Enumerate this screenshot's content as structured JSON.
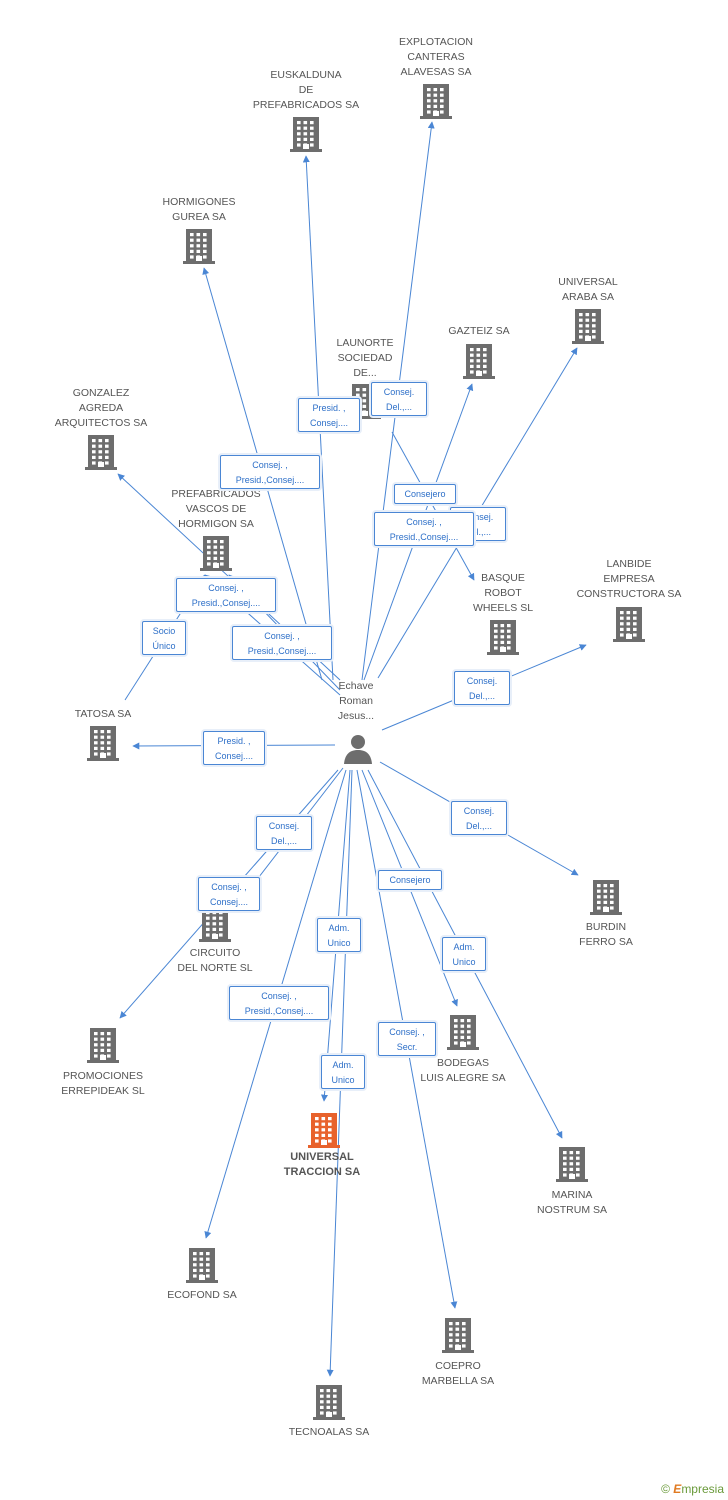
{
  "person": {
    "name": "Echave\nRoman\nJesus..."
  },
  "focus_company": "UNIVERSAL\nTRACCION SA",
  "companies": [
    {
      "id": "explotacion",
      "name": "EXPLOTACION\nCANTERAS\nALAVESAS SA"
    },
    {
      "id": "euskalduna",
      "name": "EUSKALDUNA\nDE\nPREFABRICADOS SA"
    },
    {
      "id": "hormigones-gurea",
      "name": "HORMIGONES\nGUREA SA"
    },
    {
      "id": "universal-araba",
      "name": "UNIVERSAL\nARABA SA"
    },
    {
      "id": "launorte",
      "name": "LAUNORTE\nSOCIEDAD\nDE..."
    },
    {
      "id": "gazteiz",
      "name": "GAZTEIZ SA"
    },
    {
      "id": "gonzalez-agreda",
      "name": "GONZALEZ\nAGREDA\nARQUITECTOS SA"
    },
    {
      "id": "prefabricados-vascos",
      "name": "PREFABRICADOS\nVASCOS DE\nHORMIGON SA"
    },
    {
      "id": "basque-robot",
      "name": "BASQUE\nROBOT\nWHEELS SL"
    },
    {
      "id": "lanbide",
      "name": "LANBIDE\nEMPRESA\nCONSTRUCTORA SA"
    },
    {
      "id": "tatosa",
      "name": "TATOSA SA"
    },
    {
      "id": "burdin-ferro",
      "name": "BURDIN\nFERRO SA"
    },
    {
      "id": "circuito-norte",
      "name": "CIRCUITO\nDEL NORTE SL"
    },
    {
      "id": "promociones",
      "name": "PROMOCIONES\nERREPIDEAK SL"
    },
    {
      "id": "bodegas",
      "name": "BODEGAS\nLUIS ALEGRE SA"
    },
    {
      "id": "marina-nostrum",
      "name": "MARINA\nNOSTRUM SA"
    },
    {
      "id": "ecofond",
      "name": "ECOFOND SA"
    },
    {
      "id": "coepro",
      "name": "COEPRO\nMARBELLA SA"
    },
    {
      "id": "tecnoalas",
      "name": "TECNOALAS SA"
    }
  ],
  "roles": [
    {
      "id": "r-launorte",
      "text": "Presid. ,\nConsej...."
    },
    {
      "id": "r-explotacion",
      "text": "Consej.\nDel.,..."
    },
    {
      "id": "r-hormigones",
      "text": "Consej. ,\nPresid.,Consej...."
    },
    {
      "id": "r-basque",
      "text": "Consejero"
    },
    {
      "id": "r-araba",
      "text": "Consej.\nDel.,..."
    },
    {
      "id": "r-gazteiz",
      "text": "Consej. ,\nPresid.,Consej...."
    },
    {
      "id": "r-gonzalez",
      "text": "Consej. ,\nPresid.,Consej...."
    },
    {
      "id": "r-prefabricados",
      "text": "Consej. ,\nPresid.,Consej...."
    },
    {
      "id": "r-tatosa-socio",
      "text": "Socio\nÚnico"
    },
    {
      "id": "r-lanbide",
      "text": "Consej.\nDel.,..."
    },
    {
      "id": "r-tatosa",
      "text": "Presid. ,\nConsej...."
    },
    {
      "id": "r-circuito",
      "text": "Consej.\nDel.,..."
    },
    {
      "id": "r-burdin",
      "text": "Consej.\nDel.,..."
    },
    {
      "id": "r-bodegas",
      "text": "Consejero"
    },
    {
      "id": "r-promociones",
      "text": "Consej. ,\nConsej...."
    },
    {
      "id": "r-tecnoalas",
      "text": "Adm.\nUnico"
    },
    {
      "id": "r-marina",
      "text": "Adm.\nUnico"
    },
    {
      "id": "r-ecofond",
      "text": "Consej. ,\nPresid.,Consej...."
    },
    {
      "id": "r-coepro",
      "text": "Consej. ,\nSecr."
    },
    {
      "id": "r-universal",
      "text": "Adm.\nUnico"
    }
  ],
  "brand": {
    "copyright": "©",
    "e": "E",
    "name": "mpresia"
  },
  "colors": {
    "edge": "#4a86d4",
    "building": "#6d6d6d",
    "focus_building": "#e8622c",
    "person": "#6d6d6d"
  }
}
